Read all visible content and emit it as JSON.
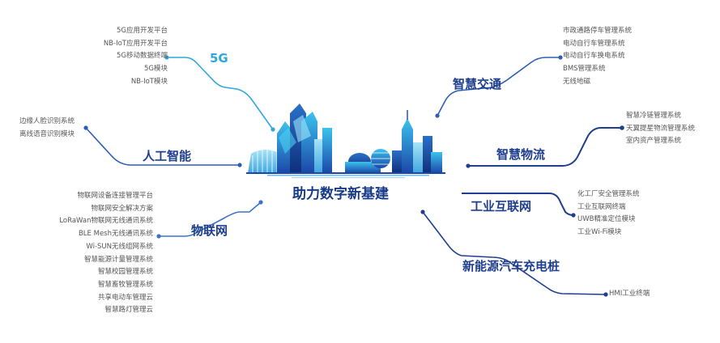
{
  "center_title": "助力数字新基建",
  "colors": {
    "primary": "#1e3f8f",
    "cyan": "#2fa6dc",
    "text": "#555555"
  },
  "branches": {
    "fiveg": {
      "label": "5G",
      "items": [
        "5G应用开发平台",
        "NB-IoT应用开发平台",
        "5G移动数据终端",
        "5G模块",
        "NB-IoT模块"
      ]
    },
    "ai": {
      "label": "人工智能",
      "items": [
        "边缘人脸识别系统",
        "离线语音识别模块"
      ]
    },
    "iot": {
      "label": "物联网",
      "items": [
        "物联网设备连接管理平台",
        "物联网安全解决方案",
        "LoRaWan物联网无线通讯系统",
        "BLE Mesh无线通讯系统",
        "Wi-SUN无线组网系统",
        "智慧能源计量管理系统",
        "智慧校园管理系统",
        "智慧畜牧管理系统",
        "共享电动车管理云",
        "智慧路灯管理云"
      ]
    },
    "traffic": {
      "label": "智慧交通",
      "items": [
        "市政通路停车管理系统",
        "电动自行车管理系统",
        "电动自行车换电系统",
        "BMS管理系统",
        "无线地磁"
      ]
    },
    "logistics": {
      "label": "智慧物流",
      "items": [
        "智慧冷链管理系统",
        "天翼提星物流管理系统",
        "室内资产管理系统"
      ]
    },
    "industrial": {
      "label": "工业互联网",
      "items": [
        "化工厂安全管理系统",
        "工业互联网终端",
        "UWB精准定位模块",
        "工业Wi-Fi模块"
      ]
    },
    "ev": {
      "label": "新能源汽车充电桩",
      "items": [
        "HMI工业终端"
      ]
    }
  }
}
